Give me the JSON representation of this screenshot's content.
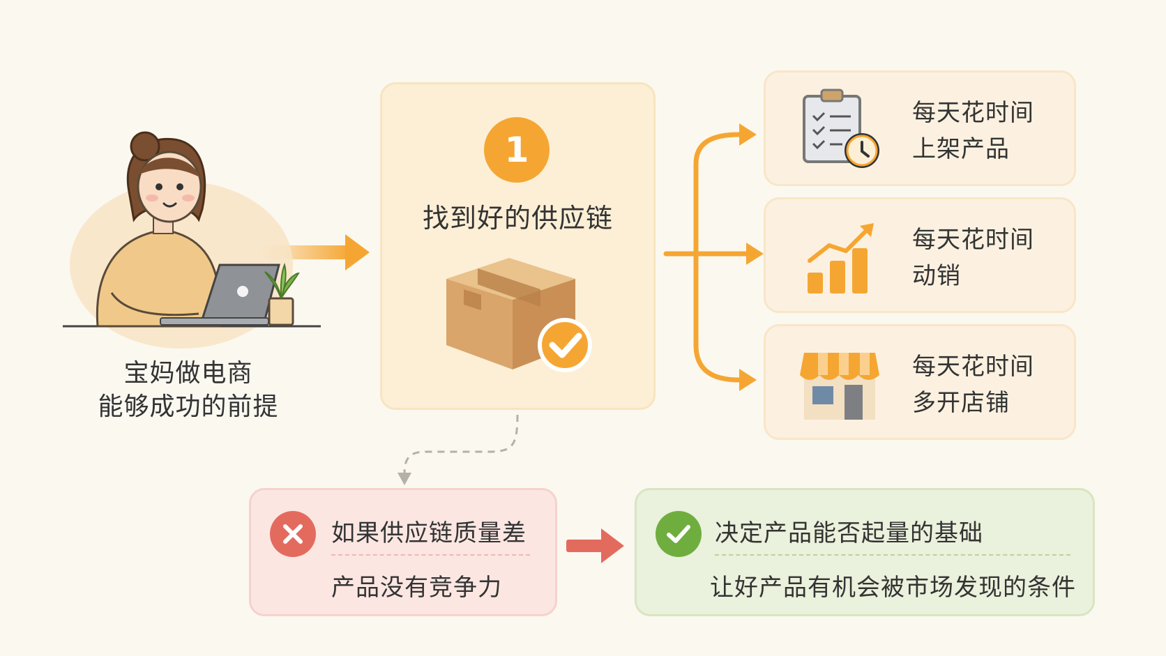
{
  "person": {
    "caption_line1": "宝妈做电商",
    "caption_line2": "能够成功的前提"
  },
  "center": {
    "step_number": "1",
    "title": "找到好的供应链",
    "icon": "package-check-icon"
  },
  "branches": [
    {
      "icon": "clipboard-clock-icon",
      "line1": "每天花时间",
      "line2": "上架产品"
    },
    {
      "icon": "growth-chart-icon",
      "line1": "每天花时间",
      "line2": "动销"
    },
    {
      "icon": "storefront-icon",
      "line1": "每天花时间",
      "line2": "多开店铺"
    }
  ],
  "bad_outcome": {
    "icon": "x-circle-icon",
    "line1": "如果供应链质量差",
    "line2": "产品没有竞争力"
  },
  "good_outcome": {
    "icon": "check-circle-icon",
    "line1": "决定产品能否起量的基础",
    "line2": "让好产品有机会被市场发现的条件"
  },
  "colors": {
    "background": "#fbf8f0",
    "accent_orange": "#f5a632",
    "bad_red": "#e36b5e",
    "good_green": "#6fae3e"
  }
}
